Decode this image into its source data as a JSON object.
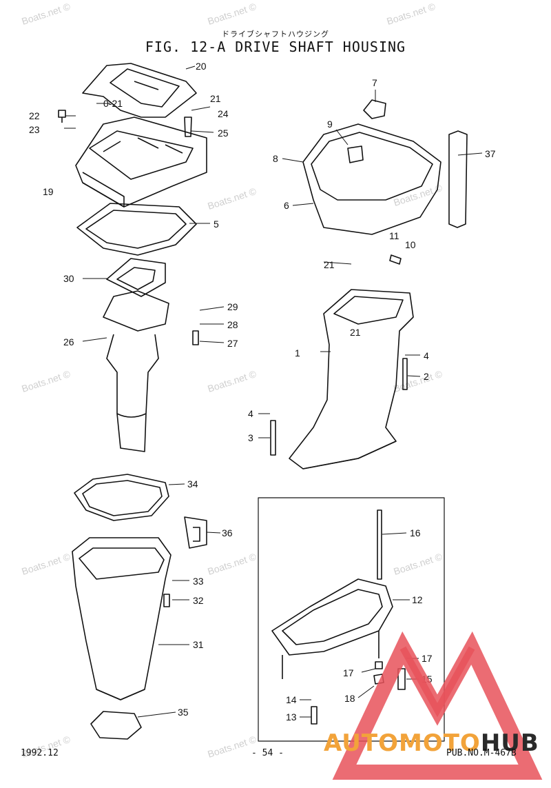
{
  "header": {
    "japanese_title": "ドライブシャフトハウジング",
    "title": "FIG. 12-A DRIVE SHAFT HOUSING"
  },
  "callouts": [
    {
      "label": "20"
    },
    {
      "label": "0-21"
    },
    {
      "label": "21"
    },
    {
      "label": "22"
    },
    {
      "label": "23"
    },
    {
      "label": "24"
    },
    {
      "label": "25"
    },
    {
      "label": "19"
    },
    {
      "label": "5"
    },
    {
      "label": "30"
    },
    {
      "label": "29"
    },
    {
      "label": "28"
    },
    {
      "label": "27"
    },
    {
      "label": "26"
    },
    {
      "label": "7"
    },
    {
      "label": "9"
    },
    {
      "label": "8"
    },
    {
      "label": "37"
    },
    {
      "label": "6"
    },
    {
      "label": "11"
    },
    {
      "label": "10"
    },
    {
      "label": "21"
    },
    {
      "label": "21"
    },
    {
      "label": "1"
    },
    {
      "label": "4"
    },
    {
      "label": "2"
    },
    {
      "label": "4"
    },
    {
      "label": "3"
    },
    {
      "label": "34"
    },
    {
      "label": "36"
    },
    {
      "label": "33"
    },
    {
      "label": "32"
    },
    {
      "label": "31"
    },
    {
      "label": "35"
    },
    {
      "label": "16"
    },
    {
      "label": "12"
    },
    {
      "label": "17"
    },
    {
      "label": "17"
    },
    {
      "label": "15"
    },
    {
      "label": "18"
    },
    {
      "label": "14"
    },
    {
      "label": "13"
    }
  ],
  "watermark": {
    "text": "Boats.net ©"
  },
  "footer": {
    "date": "1992.12",
    "page": "- 54 -",
    "pub_no": "PUB.NO.M-467B"
  },
  "logo": {
    "text_a": "AUTO",
    "text_b": "MOTO",
    "text_c": "HUB",
    "colors": {
      "red": "#e8525a",
      "orange": "#f2a33a",
      "dark": "#2a2a2a"
    }
  }
}
